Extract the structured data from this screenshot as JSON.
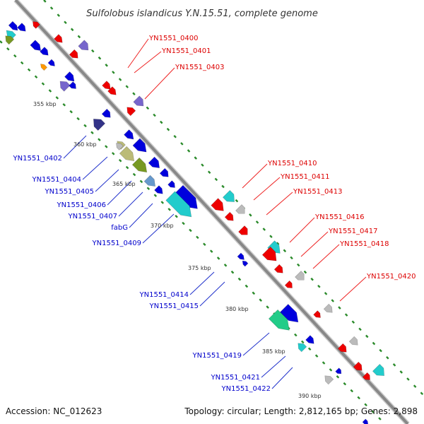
{
  "title": "Sulfolobus islandicus Y.N.15.51, complete genome",
  "accession": "Accession: NC_012623",
  "topology": "Topology: circular; Length: 2,812,165 bp; Genes: 2,898",
  "colors": {
    "backbone": "#999999",
    "gc_dots": "#2a8a2a",
    "label_top": "#dd0000",
    "label_bottom": "#0000cc",
    "leader_top": "#ee2222",
    "leader_bottom": "#2233cc"
  },
  "tick_labels": [
    "355 kbp",
    "360 kbp",
    "365 kbp",
    "370 kbp",
    "375 kbp",
    "380 kbp",
    "385 kbp",
    "390 kbp"
  ],
  "top_labels": [
    "YN1551_0400",
    "YN1551_0401",
    "YN1551_0403",
    "YN1551_0410",
    "YN1551_0411",
    "YN1551_0413",
    "YN1551_0416",
    "YN1551_0417",
    "YN1551_0418",
    "YN1551_0420"
  ],
  "bottom_labels": [
    "YN1551_0402",
    "YN1551_0404",
    "YN1551_0405",
    "YN1551_0406",
    "YN1551_0407",
    "fabG",
    "YN1551_0409",
    "YN1551_0414",
    "YN1551_0415",
    "YN1551_0419",
    "YN1551_0421",
    "YN1551_0422"
  ],
  "gene_colors": {
    "red": "#ee0000",
    "blue": "#0000dd",
    "purple": "#7766cc",
    "cyan": "#22cccc",
    "grey": "#bbbbbb",
    "olive": "#779922",
    "tan": "#bbbb77",
    "steel": "#6699cc",
    "teal": "#22cc88",
    "orange": "#ff9900",
    "navy": "#333388"
  }
}
